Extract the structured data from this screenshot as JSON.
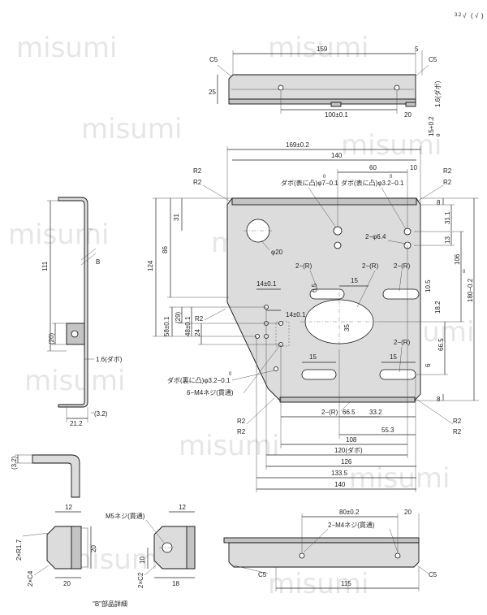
{
  "surface_mark": "√",
  "watermark": "misumi",
  "top_view": {
    "chamfer_left": "C5",
    "chamfer_right": "C5",
    "width": "159",
    "right_gap": "5",
    "height": "25",
    "hole_pitch": "100±0.1",
    "edge": "20",
    "thickness": "1.6(ダボ)",
    "tol_upper": "15+0.2",
    "tol_lower": "0"
  },
  "main_view": {
    "overall_width": "169±0.2",
    "inner_width": "140",
    "r2": "R2",
    "dowel_front": "ダボ(表に凸)φ7−0.1",
    "dowel_front_top": "0",
    "dowel_back": "ダボ(表に凸)φ3.2−0.1",
    "dowel_back_top": "0",
    "d60": "60",
    "d10": "10",
    "d31": "31",
    "d86": "86",
    "d124": "124",
    "d8": "8",
    "d31_1": "31.1",
    "d13": "13",
    "d106": "106",
    "d180": "180−0.2",
    "d180_top": "0",
    "hole20": "φ20",
    "hole6_4": "2−φ6.4",
    "slot": "2−(R)",
    "d6_5": "6.5",
    "d15": "15",
    "d10_5": "10.5",
    "d14": "14±0.1",
    "d35": "35",
    "d18_2": "18.2",
    "d58": "58±0.1",
    "d29": "(29)",
    "d48": "48±0.1",
    "d24": "24",
    "d66_5": "66.5",
    "d6": "6",
    "dowel_rear": "ダボ(裏に凸)φ3.2−0.1",
    "dowel_rear_top": "0",
    "screws": "6−M4ネジ(貫通)",
    "b33_2": "33.2",
    "b55_3": "55.3",
    "b108": "108",
    "b120": "120(ダボ)",
    "b126": "126",
    "b133_5": "133.5",
    "b140": "140"
  },
  "side_view": {
    "d111": "111",
    "d20": "(20)",
    "thickness": "1.6(ダボ)",
    "d21_2": "21.2",
    "d3_2": "(3.2)",
    "label_b": "B"
  },
  "detail": {
    "title": "\"B\"部品詳細",
    "d12": "12",
    "d20": "20",
    "r1_7": "2×R1.7",
    "c4": "2×C4",
    "m5": "M5ネジ(貫通)",
    "d10": "10",
    "c2": "2×C2",
    "d18": "18",
    "bend_3_2": "(3.2)"
  },
  "bottom_view": {
    "pitch": "80±0.2",
    "edge": "20",
    "screws": "2−M4ネジ(貫通)",
    "chamfer_left": "C5",
    "chamfer_right": "C5",
    "width": "115"
  }
}
